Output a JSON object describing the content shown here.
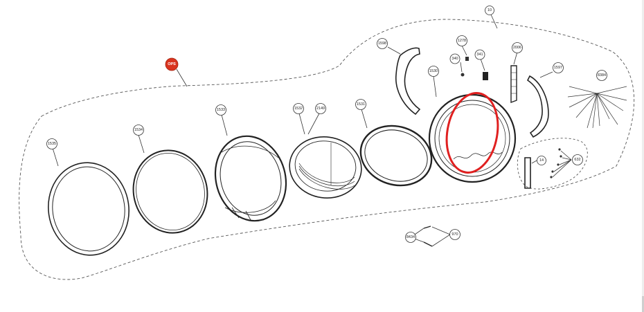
{
  "badge": {
    "label": "OPS"
  },
  "callouts": {
    "c10": "10",
    "c1535": "1535",
    "c1534": "1534",
    "c1533": "1533",
    "c1532": "1532",
    "c2149": "2149",
    "c1531": "1531",
    "c1530": "1530",
    "c1598": "1598",
    "c1278": "1278",
    "c340": "340",
    "c341": "341",
    "c2006": "2006",
    "c1597": "1597",
    "c8384": "8384",
    "c14": "14",
    "c632": "632",
    "c8434": "8434",
    "c970": "970"
  },
  "colors": {
    "line": "#222222",
    "dashed_boundary": "#555555",
    "badge_fill": "#d9341f",
    "highlight": "#e02020"
  }
}
